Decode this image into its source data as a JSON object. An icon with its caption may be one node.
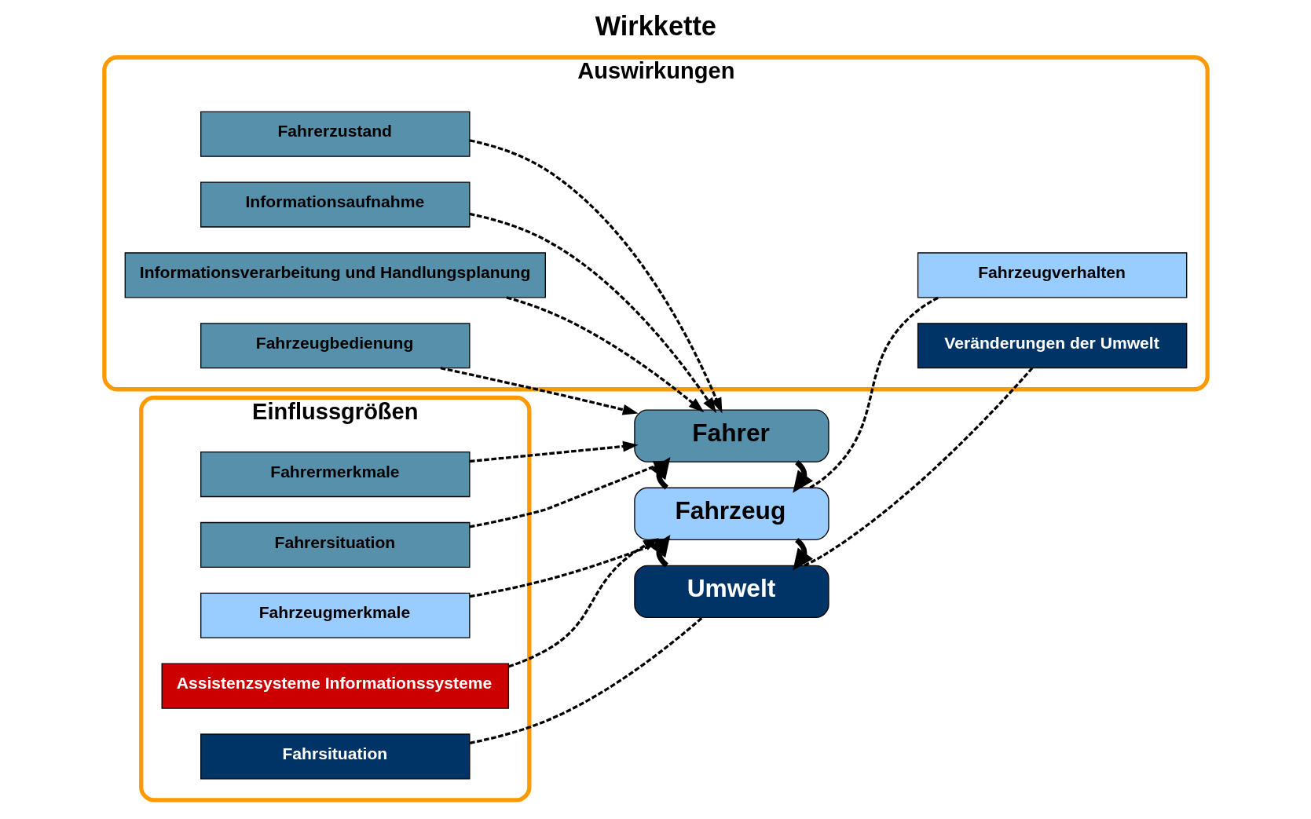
{
  "diagram": {
    "title": "Wirkkette",
    "nodes": [
      {
        "text": [
          "Einflussgrößen"
        ]
      },
      {
        "text": [
          "Fahrermerkmale"
        ],
        "in": 0
      },
      {
        "text": [
          "Fahrersituation"
        ],
        "in": 0
      },
      {
        "text": [
          "Fahrzeugmerkmale"
        ],
        "in": 0
      },
      {
        "text": [
          "Assistenzsysteme Informationssysteme"
        ],
        "in": 0
      },
      {
        "text": [
          "Fahrsituation"
        ],
        "in": 0
      },
      {
        "text": [
          "Fahrer"
        ]
      },
      {
        "text": [
          "Fahrzeug"
        ]
      },
      {
        "text": [
          "Umwelt"
        ]
      },
      {
        "text": [
          "Auswirkungen"
        ]
      },
      {
        "text": [
          "Fahrerzustand"
        ],
        "in": 9
      },
      {
        "text": [
          "Informationsaufnahme"
        ],
        "in": 9
      },
      {
        "text": [
          "Informationsverarbeitung und Handlungsplanung"
        ],
        "in": 9
      },
      {
        "text": [
          "Fahrzeugbedienung"
        ],
        "in": 9
      },
      {
        "text": [
          "Fahrzeugverhalten"
        ],
        "in": 9
      },
      {
        "text": [
          "Veränderungen der Umwelt"
        ],
        "in": 9
      }
    ],
    "edges": [
      {
        "from": 1,
        "to": 6,
        "arrow": "to",
        "style": "dashed"
      },
      {
        "from": 2,
        "to": 6,
        "arrow": "to",
        "style": "dashed"
      },
      {
        "from": 10,
        "to": 6,
        "arrow": "to",
        "style": "dashed"
      },
      {
        "from": 11,
        "to": 6,
        "arrow": "to",
        "style": "dashed"
      },
      {
        "from": 12,
        "to": 6,
        "arrow": "to",
        "style": "dashed"
      },
      {
        "from": 13,
        "to": 6,
        "arrow": "to",
        "style": "dashed"
      },
      {
        "from": 6,
        "to": 7,
        "arrow": "to",
        "style": "thick"
      },
      {
        "from": 7,
        "to": 6,
        "arrow": "to",
        "style": "thick"
      },
      {
        "from": 3,
        "to": 7,
        "arrow": "to",
        "style": "dashed"
      },
      {
        "from": 4,
        "to": 7,
        "arrow": "to",
        "style": "dashed"
      },
      {
        "from": 7,
        "to": 14,
        "arrow": "none",
        "style": "dashed"
      },
      {
        "from": 7,
        "to": 8,
        "arrow": "to",
        "style": "thick"
      },
      {
        "from": 8,
        "to": 7,
        "arrow": "to",
        "style": "thick"
      },
      {
        "from": 5,
        "to": 8,
        "arrow": "none",
        "style": "dashed"
      },
      {
        "from": 8,
        "to": 15,
        "arrow": "none",
        "style": "dashed"
      }
    ]
  }
}
